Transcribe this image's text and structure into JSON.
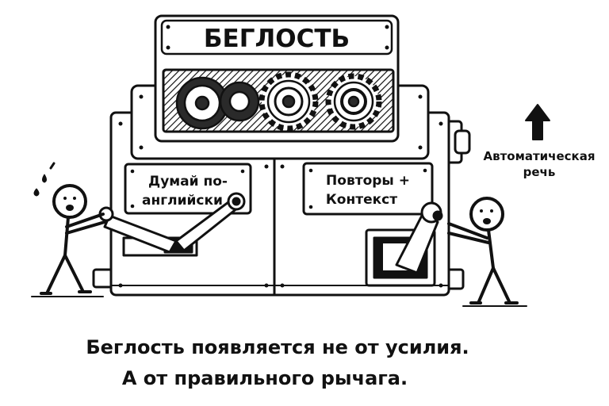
{
  "machine": {
    "title": "БЕГЛОСТЬ",
    "left_plate": {
      "line1": "Думай по-",
      "line2": "английски"
    },
    "right_plate": {
      "line1": "Повторы +",
      "line2": "Контекст"
    }
  },
  "annotation": {
    "line1": "Автоматическая",
    "line2": "речь"
  },
  "caption": {
    "line1": "Беглость появляется не от усилия.",
    "line2": "А от правильного рычага."
  },
  "colors": {
    "ink": "#111111",
    "paper": "#ffffff",
    "gear_fill": "#2a2a2a"
  },
  "icons": [
    "gear-icon",
    "arrow-up-icon",
    "lever-icon",
    "stick-figure"
  ]
}
